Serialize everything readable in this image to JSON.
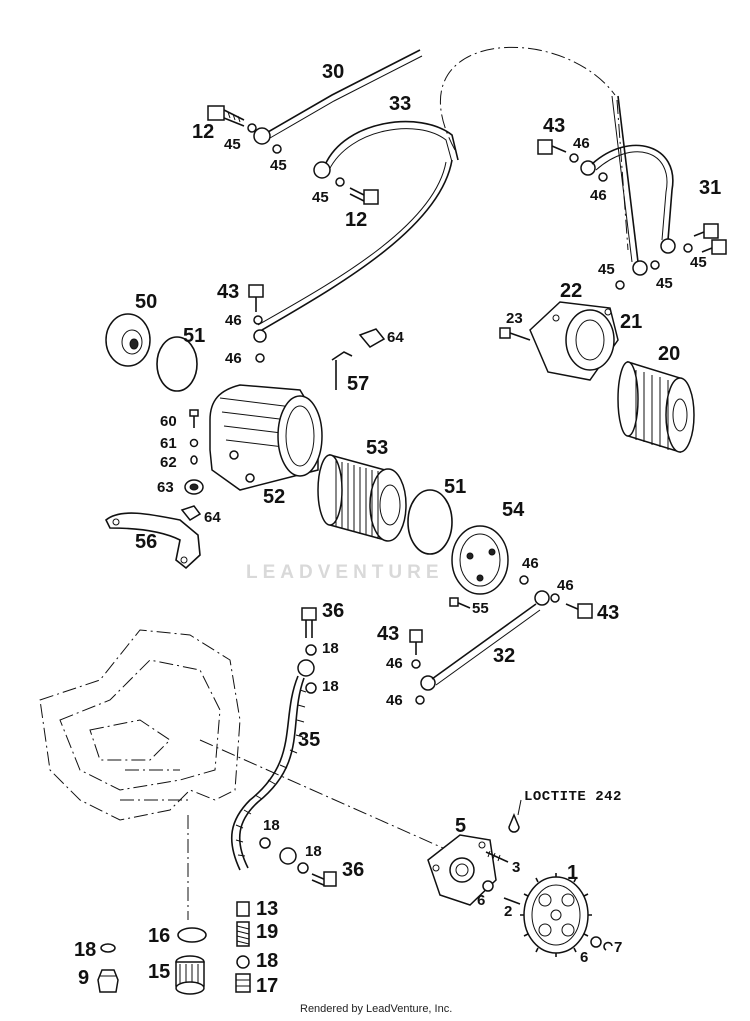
{
  "callouts": {
    "p30": "30",
    "p33": "33",
    "p12a": "12",
    "p45a": "45",
    "p45b": "45",
    "p45c": "45",
    "p12b": "12",
    "p43a": "43",
    "p46a": "46",
    "p46b": "46",
    "p31": "31",
    "p45d": "45",
    "p45e": "45",
    "p45f": "45",
    "p43b": "43",
    "p46c": "46",
    "p46d": "46",
    "p50": "50",
    "p51a": "51",
    "p64a": "64",
    "p57": "57",
    "p22": "22",
    "p23": "23",
    "p21": "21",
    "p20": "20",
    "p60": "60",
    "p61": "61",
    "p62": "62",
    "p63": "63",
    "p64b": "64",
    "p52": "52",
    "p53": "53",
    "p51b": "51",
    "p54": "54",
    "p56": "56",
    "p46e": "46",
    "p46f": "46",
    "p55": "55",
    "p43c": "43",
    "p36a": "36",
    "p18a": "18",
    "p18b": "18",
    "p43d": "43",
    "p46g": "46",
    "p46h": "46",
    "p32": "32",
    "p35": "35",
    "p5": "5",
    "p1": "1",
    "p18c": "18",
    "p18d": "18",
    "p36b": "36",
    "p3": "3",
    "p6a": "6",
    "p2": "2",
    "p13": "13",
    "p19": "19",
    "p16": "16",
    "p18e": "18",
    "p18f": "18",
    "p9": "9",
    "p15": "15",
    "p17": "17",
    "p6b": "6",
    "p7": "7"
  },
  "note": "LOCTITE 242",
  "watermark": "LEADVENTURE",
  "footer": "Rendered by LeadVenture, Inc."
}
